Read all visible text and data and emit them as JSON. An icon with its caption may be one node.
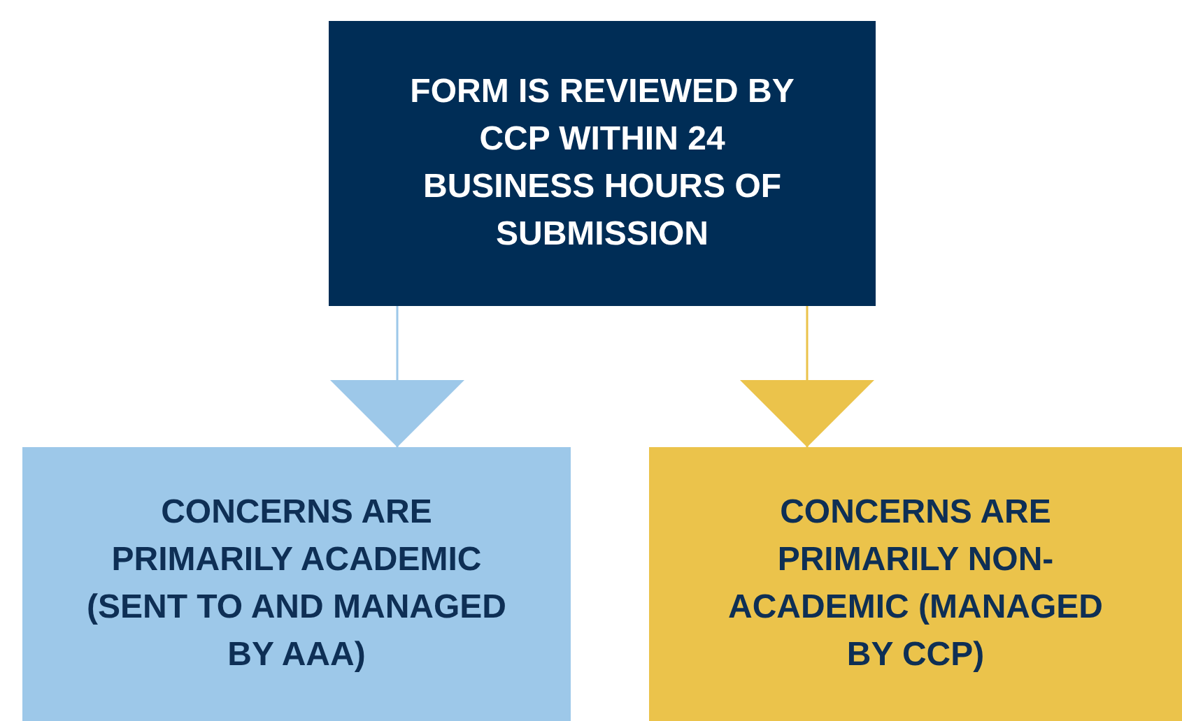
{
  "diagram": {
    "nodes": [
      {
        "text": [
          "FORM IS REVIEWED BY CCP WITHIN 24 BUSINESS HOURS OF SUBMISSION"
        ]
      },
      {
        "text": [
          "CONCERNS ARE PRIMARILY ACADEMIC (SENT TO AND MANAGED BY AAA)"
        ]
      },
      {
        "text": [
          "CONCERNS ARE PRIMARILY NON-ACADEMIC (MANAGED BY CCP)"
        ]
      }
    ],
    "edges": [
      {
        "from": 0,
        "to": 1,
        "arrow": "to",
        "color": "#9dc8e9"
      },
      {
        "from": 0,
        "to": 2,
        "arrow": "to",
        "color": "#ebc34b"
      }
    ]
  }
}
